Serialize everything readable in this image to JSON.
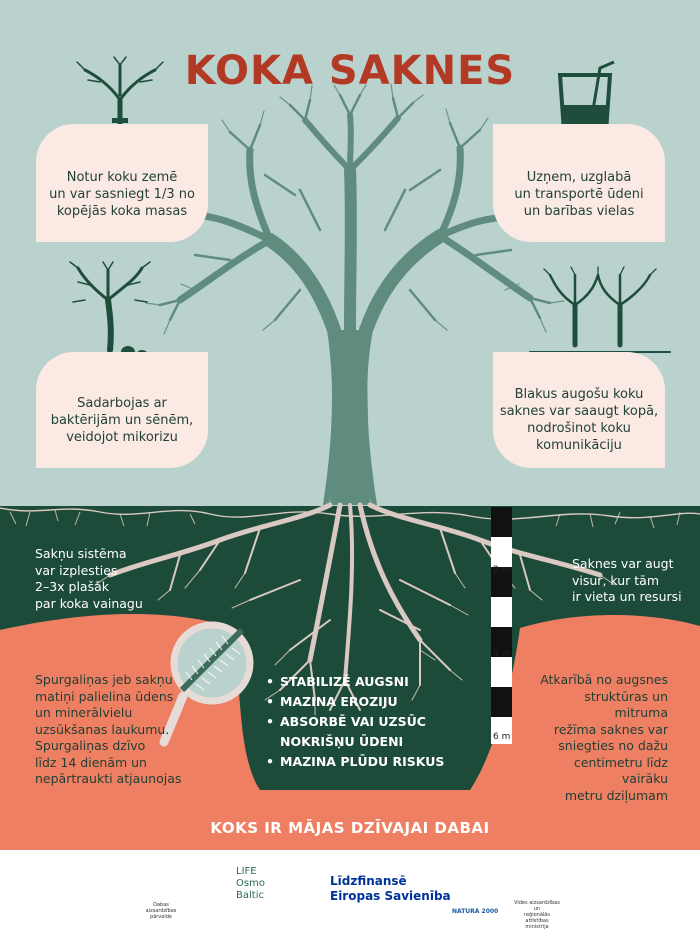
{
  "title": "KOKA SAKNES",
  "cards": {
    "anchor": "Notur koku zemē\nun var sasniegt 1/3 no\nkopējās koka masas",
    "water": "Uzņem, uzglabā\nun transportē ūdeni\nun barības vielas",
    "fungi": "Sadarbojas ar\nbaktērijām un sēnēm,\nveidojot mikorizu",
    "communication": "Blakus augošu koku\nsaknes var saaugt kopā,\nnodrošinot koku\nkomunikāciju"
  },
  "side_texts": {
    "root_spread": "Sakņu sistēma\nvar izplesties\n2–3x plašāk\npar koka vainagu",
    "grow_anywhere": "Saknes var augt\nvisur, kur tām\nir vieta un resursi",
    "root_hairs": "Spurgaliņas jeb sakņu\nmatiņi palielina ūdens\nun minerālvielu\nuzsūkšanas laukumu.\nSpurgaliņas dzīvo\nlīdz 14 dienām un\nnepārtraukti atjaunojas",
    "depth": "Atkarībā no augsnes\nstruktūras un mitruma\nrežīma saknes var\nsniegties no dažu\ncentimetru līdz vairāku\nmetru dziļumam"
  },
  "bullets": [
    "STABILIZĒ AUGSNI",
    "MAZINA EROZIJU",
    "ABSORBĒ VAI UZSŪC\nNOKRIŠŅU ŪDENI",
    "MAZINA PLŪDU RISKUS"
  ],
  "depth_scale": [
    "2 m",
    "4 m",
    "6 m"
  ],
  "motto": "KOKS IR MĀJAS DZĪVAJAI DABAI",
  "footer": {
    "logo1_caption": "Dabas aizsardzības\npārvalde",
    "life_line1": "LIFE",
    "life_line2": "Osmo",
    "life_line3": "Baltic",
    "eu_line1": "Līdzfinansē",
    "eu_line2": "Eiropas Savienība",
    "natura": "NATURA 2000",
    "ministry_caption": "Vides aizsardzības un\nreģionālās attīstības\nministrija"
  },
  "colors": {
    "sky": "#b9d2cd",
    "soil_dark": "#1d4b3a",
    "soil_salmon": "#ef7f63",
    "card": "#fbe9e4",
    "title": "#b23a24",
    "tree": "#5f8c7e",
    "roots": "#d9c9c2",
    "icons": "#1f4d3c"
  }
}
